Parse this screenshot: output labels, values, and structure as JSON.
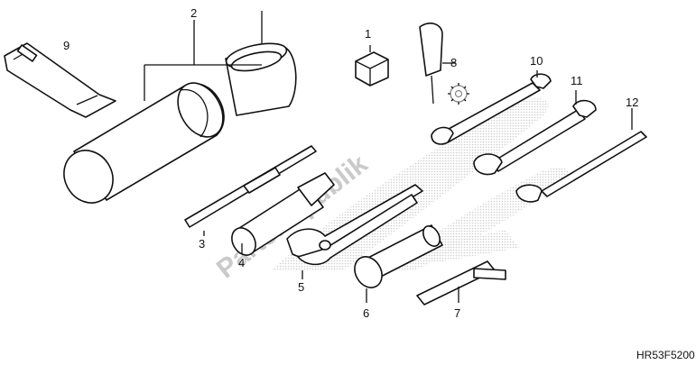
{
  "diagram": {
    "watermark": "PartsRepublik",
    "figure_code": "HR53F5200",
    "callouts": [
      {
        "id": "c2",
        "number": "2"
      },
      {
        "id": "c9",
        "number": "9"
      },
      {
        "id": "c1",
        "number": "1"
      },
      {
        "id": "c8",
        "number": "8"
      },
      {
        "id": "c10",
        "number": "10"
      },
      {
        "id": "c11",
        "number": "11"
      },
      {
        "id": "c12",
        "number": "12"
      },
      {
        "id": "c3",
        "number": "3"
      },
      {
        "id": "c4",
        "number": "4"
      },
      {
        "id": "c5",
        "number": "5"
      },
      {
        "id": "c6",
        "number": "6"
      },
      {
        "id": "c7",
        "number": "7"
      }
    ]
  }
}
